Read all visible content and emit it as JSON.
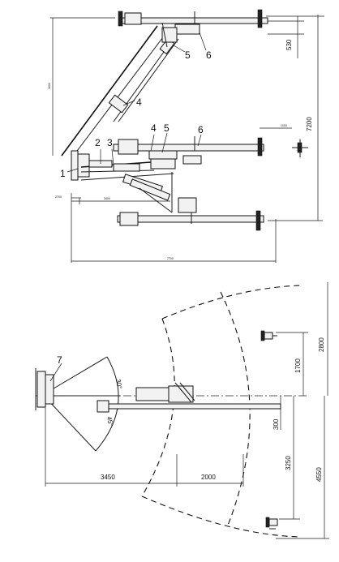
{
  "top_view": {
    "part_labels": [
      "1",
      "2",
      "3",
      "4",
      "5",
      "6",
      "5",
      "6",
      "4"
    ],
    "dimensions": {
      "height_530": "530",
      "height_7200": "7200",
      "small_left_vertical": "3000",
      "small_right": "1000",
      "small_bottom_left": "2700",
      "small_bottom_mid": "3400",
      "small_bottom_total": "7700"
    }
  },
  "bottom_view": {
    "part_label": "7",
    "angles": {
      "up": "30°",
      "down": "45°"
    },
    "dimensions": {
      "horizontal_reach": "3450",
      "arc_width": "2000",
      "right_total": "2800",
      "right_upper": "1700",
      "offset": "300",
      "right_lower": "3250",
      "lower_total": "4550"
    }
  }
}
